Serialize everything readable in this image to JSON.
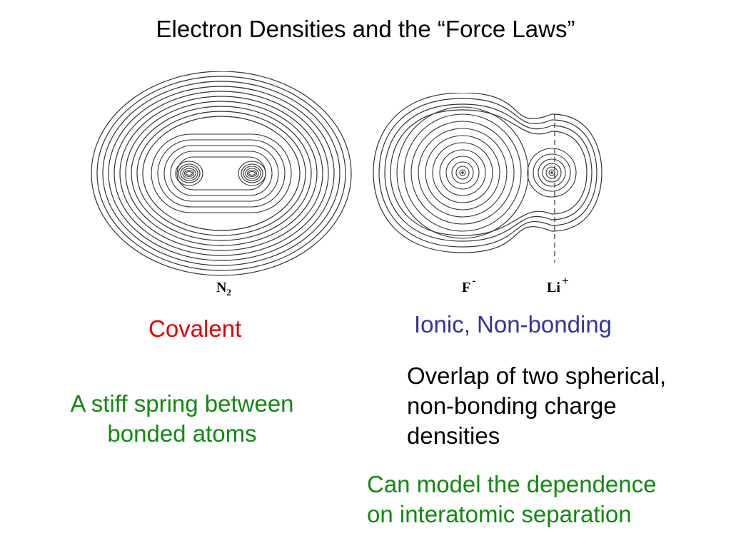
{
  "title": "Electron Densities and the “Force Laws”",
  "diagrams": {
    "n2": {
      "label_main": "N",
      "label_sub": "2"
    },
    "lif": {
      "f_label": "F",
      "f_charge": "-",
      "li_label": "Li",
      "li_charge": "+"
    }
  },
  "covalent": {
    "heading": "Covalent",
    "description": [
      "A stiff spring between",
      "bonded atoms"
    ]
  },
  "ionic": {
    "heading": "Ionic, Non-bonding",
    "description": [
      "Overlap of two spherical,",
      "non-bonding charge",
      "densities"
    ],
    "note": [
      "Can model the dependence",
      "on interatomic separation"
    ]
  },
  "colors": {
    "title": "#000000",
    "covalent": "#e00000",
    "ionic": "#3333a0",
    "green_text": "#108a10",
    "contour": "#333333"
  }
}
